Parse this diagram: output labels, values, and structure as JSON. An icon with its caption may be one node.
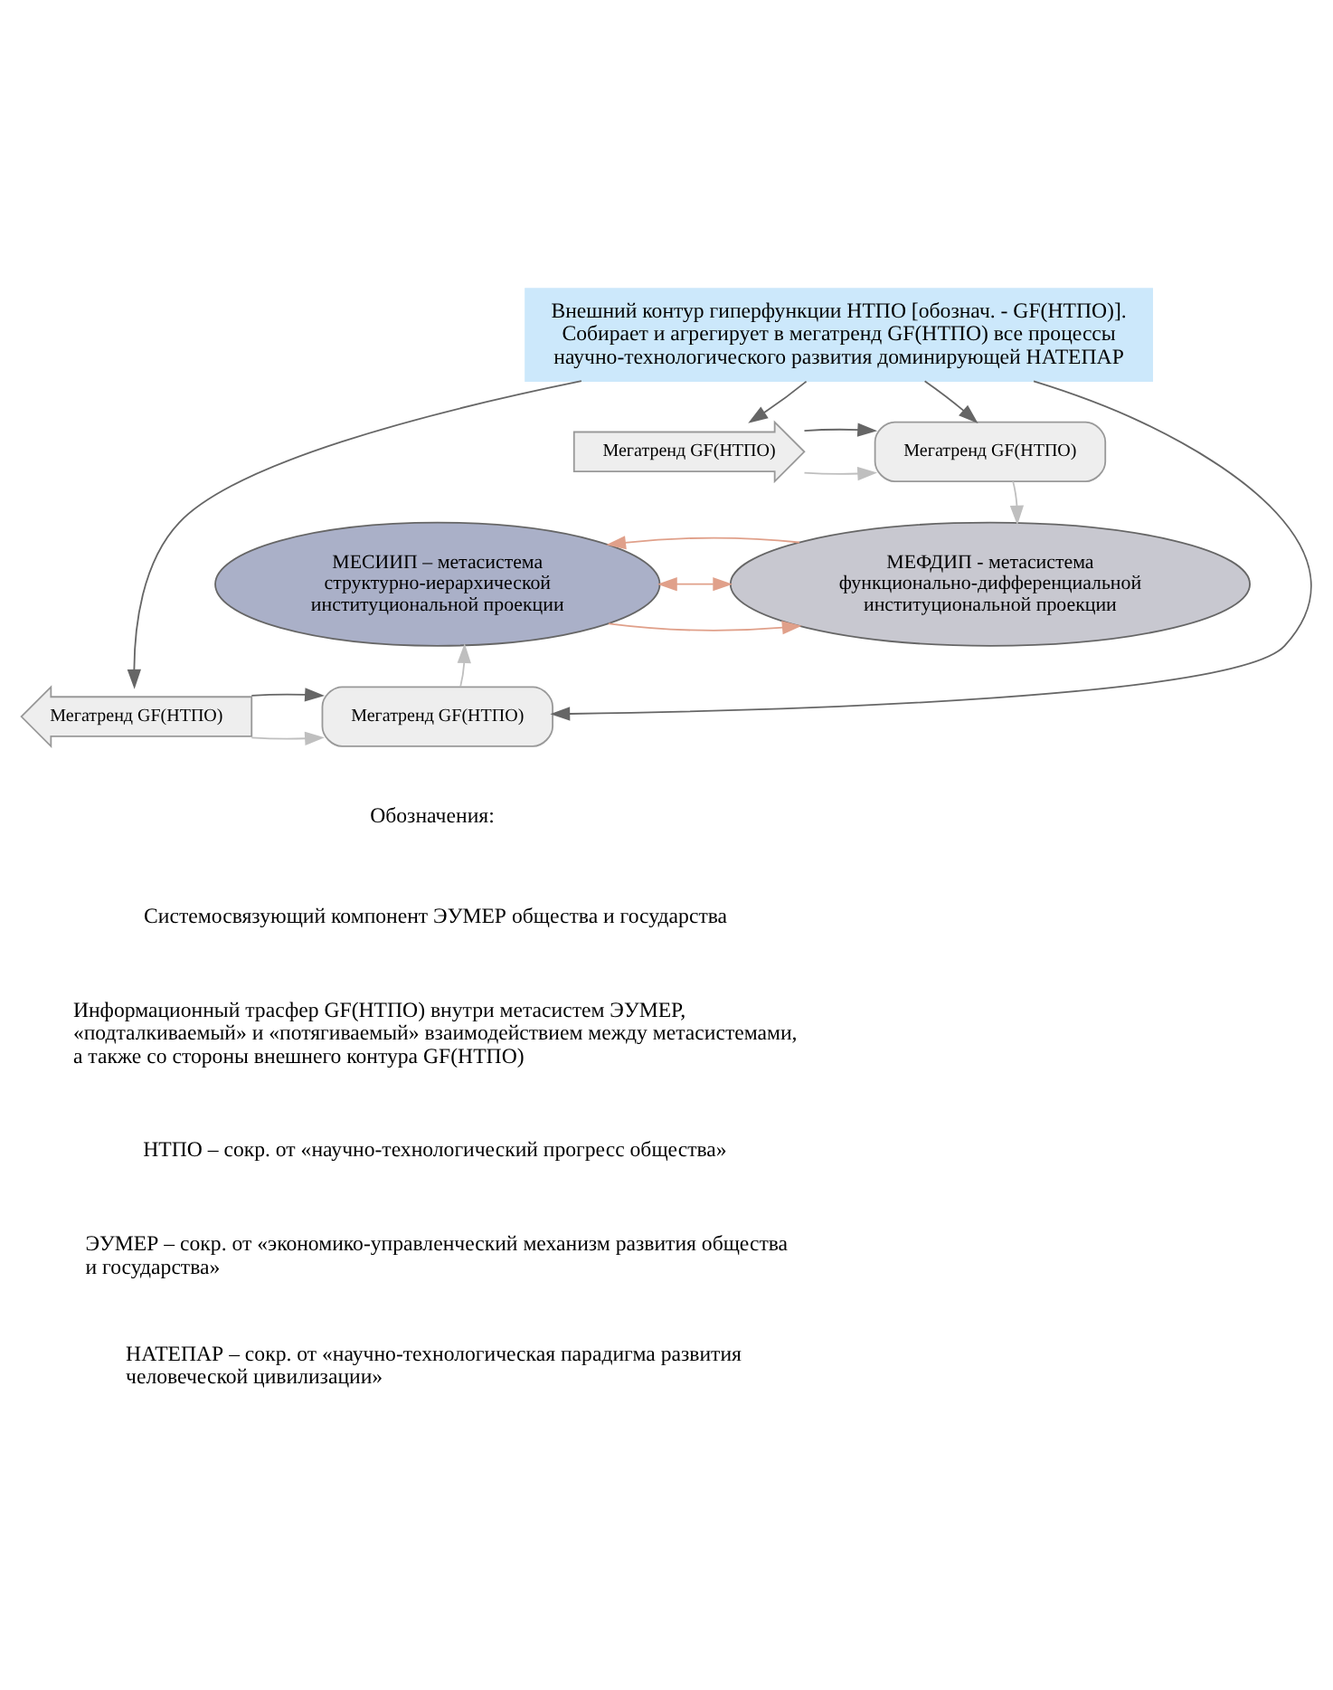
{
  "diagram": {
    "nodes": [
      {
        "text": [
          "Внешний контур гиперфункции НТПО [обознач. - GF(НТПО)].",
          "Собирает и агрегирует в мегатренд GF(НТПО) все процессы научно-технологического развития доминирующей НАТЕПАР"
        ]
      },
      {
        "text": [
          "Мегатренд GF(НТПО)"
        ]
      },
      {
        "text": [
          "Мегатренд GF(НТПО)"
        ]
      },
      {
        "text": [
          "МЕСИИП – метасистема структурно-иерархической институциональной проекции"
        ]
      },
      {
        "text": [
          "МЕФДИП - метасистема функционально-дифференциальной институциональной проекции"
        ]
      },
      {
        "text": [
          "Мегатренд GF(НТПО)"
        ]
      },
      {
        "text": [
          "Мегатренд GF(НТПО)"
        ]
      }
    ],
    "edges": [
      {
        "from": 0,
        "to": 1,
        "arrow": "to"
      },
      {
        "from": 0,
        "to": 2,
        "arrow": "to"
      },
      {
        "from": 0,
        "to": 5,
        "arrow": "to"
      },
      {
        "from": 0,
        "to": 6,
        "arrow": "to"
      },
      {
        "from": 1,
        "to": 2,
        "arrow": "to",
        "color": "#bfbfbf"
      },
      {
        "from": 1,
        "to": 2,
        "arrow": "to"
      },
      {
        "from": 2,
        "to": 4,
        "arrow": "to",
        "color": "#bfbfbf"
      },
      {
        "from": 3,
        "to": 4,
        "arrow": "to",
        "color": "#e0a08a"
      },
      {
        "from": 3,
        "to": 4,
        "arrow": "both",
        "color": "#e0a08a"
      },
      {
        "from": 4,
        "to": 3,
        "arrow": "to",
        "color": "#e0a08a"
      },
      {
        "from": 6,
        "to": 5,
        "arrow": "to",
        "color": "#bfbfbf"
      },
      {
        "from": 6,
        "to": 5,
        "arrow": "to"
      },
      {
        "from": 5,
        "to": 3,
        "arrow": "to",
        "color": "#bfbfbf"
      }
    ],
    "labels": [
      "Обозначения:",
      "НТПО – сокр. от «научно-технологический прогресс общества»",
      "ЭУМЕР – сокр. от «экономико-управленческий механизм развития общества и государства»",
      "НАТЕПАР – сокр. от «научно-технологическая парадигма развития человеческой цивилизации»"
    ],
    "legend": [
      {
        "text": "Системосвязующий компонент ЭУМЕР общества и государства"
      },
      {
        "text": "Информационный трасфер GF(НТПО) внутри метасистем ЭУМЕР, «подталкиваемый» и «потягиваемый» взаимодействием между метасистемами, а также со стороны внешнего контура GF(НТПО)"
      }
    ]
  }
}
